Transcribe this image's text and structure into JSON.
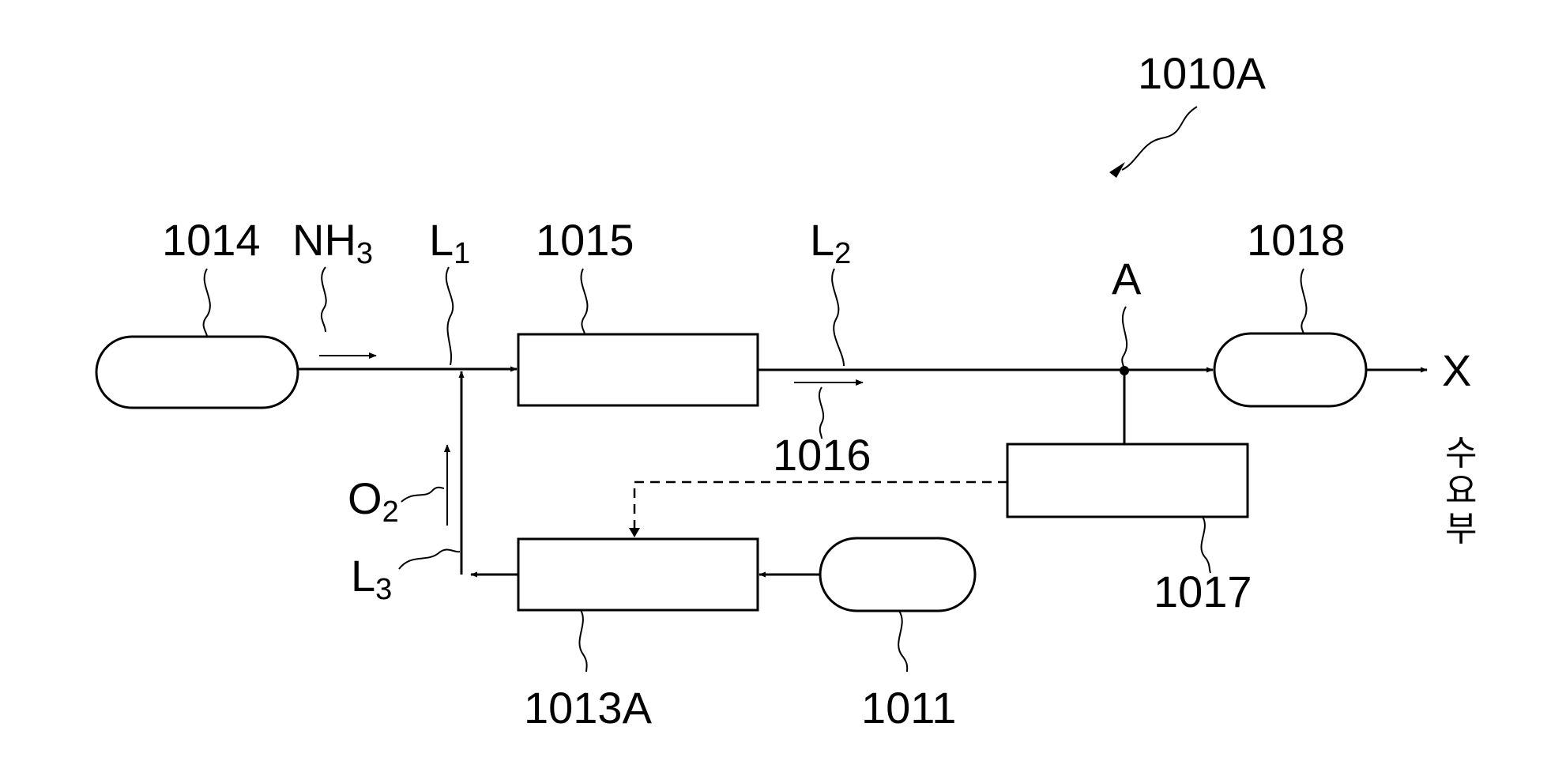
{
  "figure_label": "1010A",
  "components": {
    "tank_1014": "1014",
    "reactor_1015": "1015",
    "tank_1018": "1018",
    "unit_1017": "1017",
    "unit_1013a": "1013A",
    "tank_1011": "1011"
  },
  "line_1016": "1016",
  "lines": {
    "l1": {
      "main": "L",
      "sub": "1"
    },
    "l2": {
      "main": "L",
      "sub": "2"
    },
    "l3": {
      "main": "L",
      "sub": "3"
    }
  },
  "gases": {
    "nh3": {
      "main": "NH",
      "sub": "3"
    },
    "o2": {
      "main": "O",
      "sub": "2"
    }
  },
  "junction_label": "A",
  "destination": {
    "label": "X",
    "korean": [
      "수",
      "요",
      "부"
    ]
  },
  "colors": {
    "ink": "#000000",
    "background": "#ffffff"
  }
}
